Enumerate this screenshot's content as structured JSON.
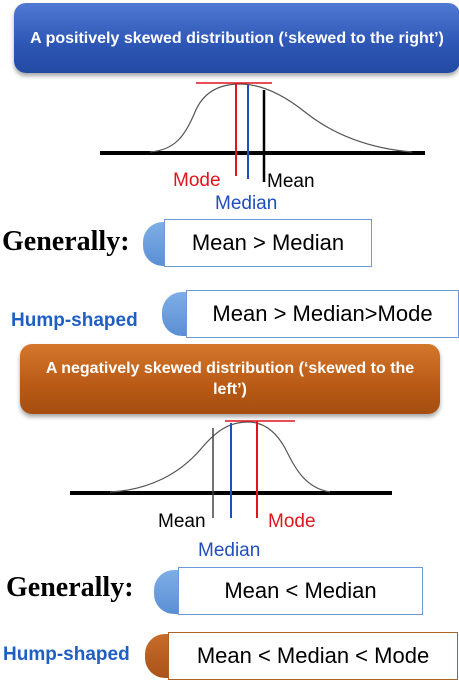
{
  "positive": {
    "title": "A positively skewed distribution (‘skewed to the right’)",
    "labels": {
      "mode": "Mode",
      "median": "Median",
      "mean": "Mean"
    },
    "generally_label": "Generally:",
    "generally_relation": "Mean > Median",
    "hump_label": "Hump-shaped",
    "hump_relation": "Mean > Median>Mode"
  },
  "negative": {
    "title": "A negatively skewed distribution (‘skewed to the left’)",
    "labels": {
      "mean": "Mean",
      "mode": "Mode",
      "median": "Median"
    },
    "generally_label": "Generally:",
    "generally_relation": "Mean < Median",
    "hump_label": "Hump-shaped",
    "hump_relation": "Mean < Median < Mode"
  },
  "colors": {
    "mode": "#e0141e",
    "median": "#1f4fbf",
    "mean": "#000000",
    "banner_positive": "#2d56b5",
    "banner_negative": "#b85a16",
    "hump_text": "#1f5fc4"
  }
}
